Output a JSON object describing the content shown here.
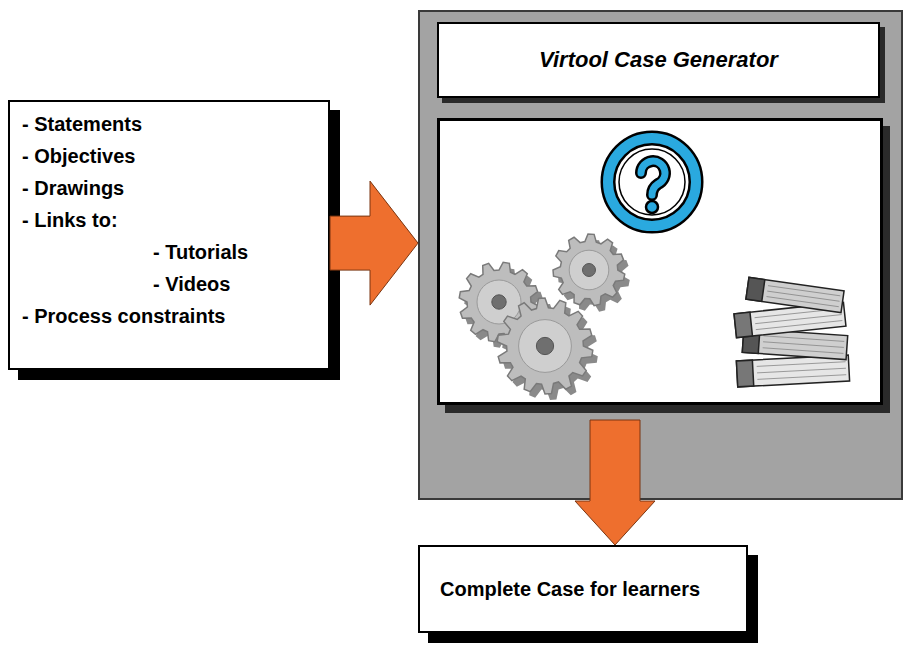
{
  "diagram": {
    "nodes": [
      {
        "text": [
          "- Statements",
          "- Objectives",
          "- Drawings",
          "- Links to:",
          "- Tutorials",
          "- Videos",
          "- Process constraints"
        ]
      },
      {
        "text": [
          "Virtool Case Generator"
        ]
      },
      {
        "text": [
          "Complete Case for learners"
        ]
      }
    ],
    "edges": [
      {
        "from": 0,
        "to": 1,
        "arrow": "to"
      },
      {
        "from": 1,
        "to": 2,
        "arrow": "to"
      }
    ]
  }
}
